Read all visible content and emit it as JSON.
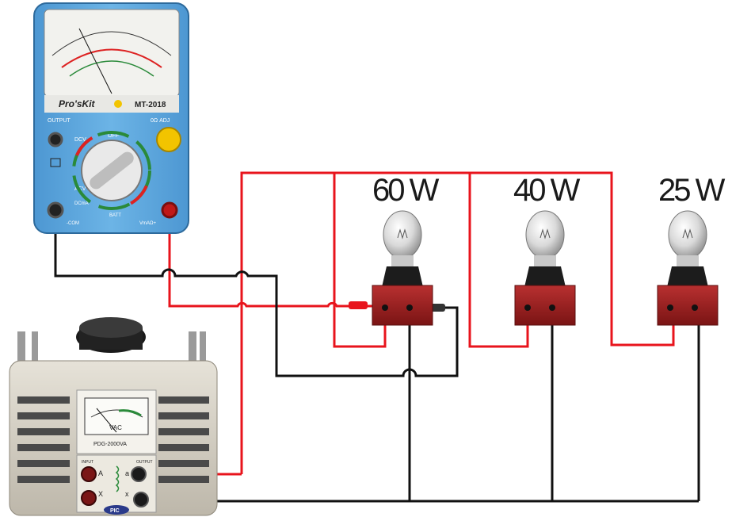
{
  "bulbs": [
    {
      "label": "60 W"
    },
    {
      "label": "40 W"
    },
    {
      "label": "25 W"
    }
  ],
  "multimeter": {
    "brand": "Pro'sKit",
    "model": "MT-2018",
    "output_label": "OUTPUT",
    "adj_label": "0Ω ADJ",
    "com_label": "-COM",
    "volt_label": "VmAΩ+",
    "off_label": "OFF",
    "batt_label": "BATT",
    "dcv_label": "DCV",
    "acv_label": "ACV",
    "dcma_label": "DCmA"
  },
  "transformer": {
    "meter_scale": "VAC",
    "model_plate": "PDG-2000VA",
    "input_label": "INPUT",
    "output_label": "OUTPUT",
    "terminal_a": "A",
    "terminal_x": "X",
    "terminal_a_out": "a",
    "terminal_x_out": "x",
    "brand_badge": "PIC"
  },
  "colors": {
    "live_wire": "#e8141c",
    "neutral_wire": "#111111",
    "meter_body": "#5aa6dc",
    "socket_base": "#a52424",
    "transformer_body": "#d9d4c8"
  }
}
